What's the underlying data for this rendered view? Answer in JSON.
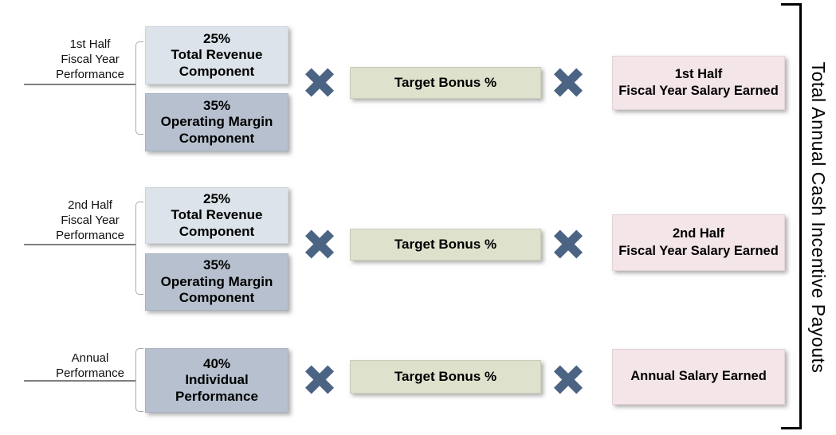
{
  "diagram": {
    "title": "Total Annual Cash Incentive Payouts",
    "operator": "multiply",
    "rows": [
      {
        "label": "1st Half\nFiscal Year\nPerformance",
        "components": [
          {
            "pct": "25%",
            "name": "Total Revenue\nComponent"
          },
          {
            "pct": "35%",
            "name": "Operating Margin\nComponent"
          }
        ],
        "bonus": "Target Bonus %",
        "result": "1st Half\nFiscal Year Salary Earned"
      },
      {
        "label": "2nd Half\nFiscal Year\nPerformance",
        "components": [
          {
            "pct": "25%",
            "name": "Total Revenue\nComponent"
          },
          {
            "pct": "35%",
            "name": "Operating Margin\nComponent"
          }
        ],
        "bonus": "Target Bonus %",
        "result": "2nd Half\nFiscal Year Salary Earned"
      },
      {
        "label": "Annual\nPerformance",
        "components": [
          {
            "pct": "40%",
            "name": "Individual\nPerformance"
          }
        ],
        "bonus": "Target Bonus %",
        "result": "Annual Salary Earned"
      }
    ],
    "colors": {
      "component_light": "#dce3ea",
      "component_dark": "#b6c0ce",
      "bonus_box": "#dee1cc",
      "result_box": "#f3e5e8",
      "cross": "#4c6484",
      "left_bracket": "#a9a9a9",
      "label_line": "#7f7f7f",
      "right_bracket": "#000000"
    }
  }
}
